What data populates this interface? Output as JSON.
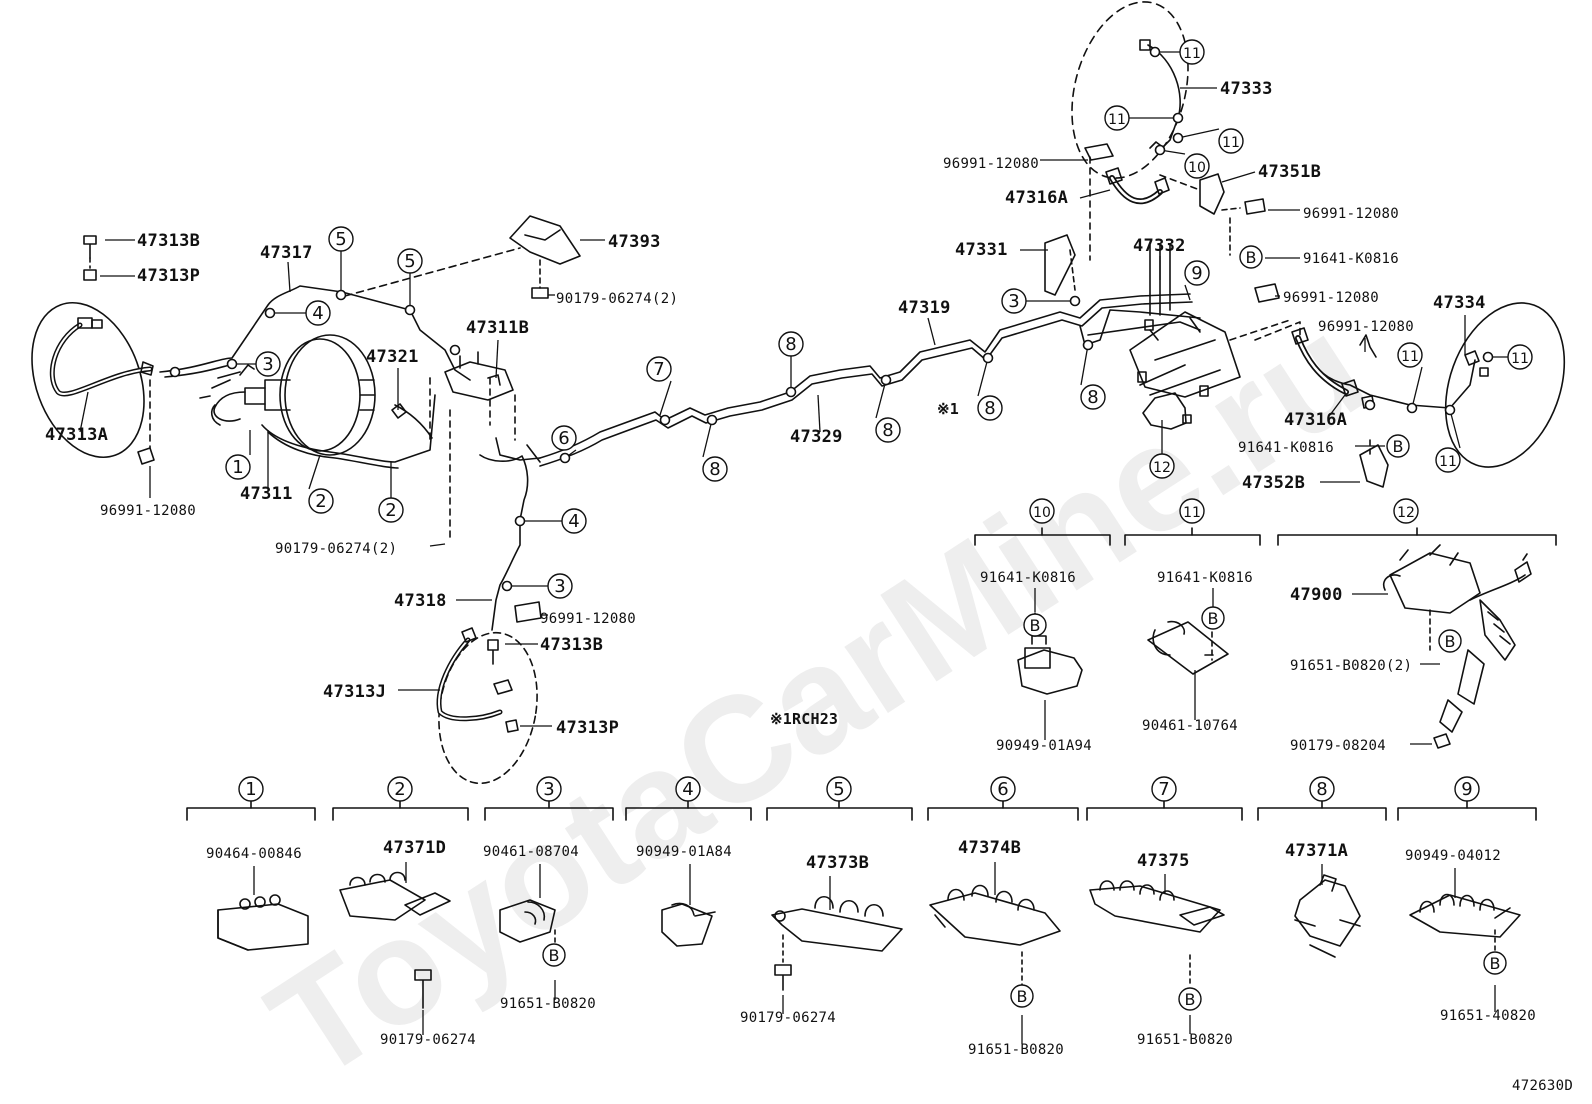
{
  "watermark": "ToyotaCarMine.ru",
  "figure_code": "472630D",
  "footnote": "※1RCH23",
  "footnote_mark": "※1",
  "colors": {
    "line": "#111111",
    "paper": "#ffffff",
    "watermark": "#eeeeee"
  },
  "part_labels": [
    "47313B",
    "47313P",
    "47317",
    "47393",
    "90179-06274(2)",
    "47321",
    "47311B",
    "47313A",
    "96991-12080",
    "47311",
    "90179-06274(2)",
    "47318",
    "96991-12080",
    "47313B",
    "47313J",
    "47313P",
    "47319",
    "47329",
    "47333",
    "96991-12080",
    "47351B",
    "47316A",
    "96991-12080",
    "47331",
    "47332",
    "91641-K0816",
    "96991-12080",
    "47334",
    "96991-12080",
    "47316A",
    "91641-K0816",
    "47352B",
    "91641-K0816",
    "90949-01A94",
    "91641-K0816",
    "90461-10764",
    "47900",
    "91651-B0820(2)",
    "90179-08204",
    "90464-00846",
    "47371D",
    "90179-06274",
    "90461-08704",
    "91651-B0820",
    "90949-01A84",
    "47373B",
    "90179-06274",
    "47374B",
    "91651-B0820",
    "47375",
    "91651-B0820",
    "47371A",
    "90949-04012",
    "91651-40820"
  ],
  "callouts": [
    "5",
    "5",
    "4",
    "3",
    "1",
    "2",
    "2",
    "6",
    "7",
    "8",
    "8",
    "8",
    "8",
    "8",
    "4",
    "3",
    "11",
    "11",
    "11",
    "10",
    "3",
    "9",
    "12",
    "11",
    "11",
    "11",
    "10",
    "11",
    "12",
    "1",
    "2",
    "3",
    "4",
    "5",
    "6",
    "7",
    "8",
    "9"
  ],
  "b_marker": "B"
}
